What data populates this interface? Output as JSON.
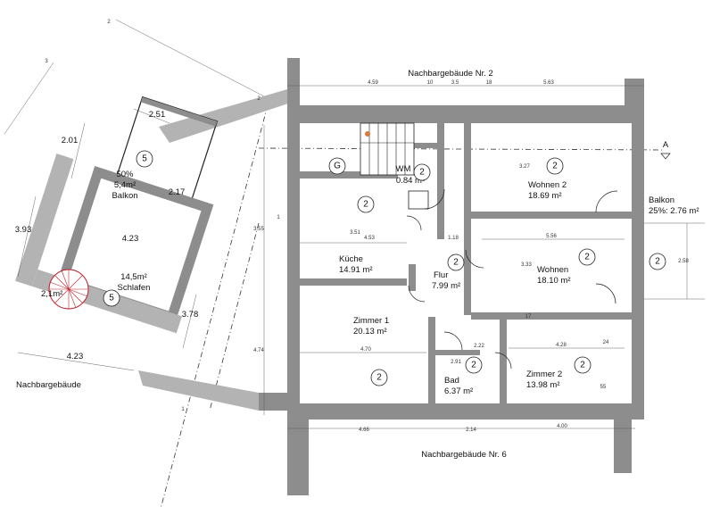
{
  "neighbors": {
    "top": "Nachbargebäude Nr. 2",
    "bottom": "Nachbargebäude Nr. 6",
    "left": "Nachbargebäude"
  },
  "rooms": {
    "wm_name": "WM",
    "wm_area": "0.84 m²",
    "wohnen2_name": "Wohnen 2",
    "wohnen2_area": "18.69 m²",
    "balkon_name": "Balkon",
    "balkon_area": "25%: 2.76 m²",
    "kueche_name": "Küche",
    "kueche_area": "14.91 m²",
    "flur_name": "Flur",
    "flur_area": "7.99 m²",
    "wohnen_name": "Wohnen",
    "wohnen_area": "18.10 m²",
    "zimmer1_name": "Zimmer 1",
    "zimmer1_area": "20.13 m²",
    "bad_name": "Bad",
    "bad_area": "6.37 m²",
    "zimmer2_name": "Zimmer 2",
    "zimmer2_area": "13.98 m²",
    "balkon2_pct": "50%",
    "balkon2_area": "5,4m²",
    "balkon2_name": "Balkon",
    "schlafen_area": "14,5m²",
    "schlafen_name": "Schlafen",
    "stair_area": "2,1m²"
  },
  "markers": {
    "g": "G",
    "two": "2",
    "five": "5",
    "section_a": "A",
    "section_1": "1",
    "section_2": "2",
    "section_3": "3"
  },
  "dims": {
    "d459": "4.59",
    "d10": "10",
    "d35": "3.5",
    "d18": "18",
    "d563": "5.63",
    "d251": "2.51",
    "d201": "2.01",
    "d217": "2.17",
    "d393": "3.93",
    "d423a": "4.23",
    "d378": "3.78",
    "d423b": "4.23",
    "d453": "4.53",
    "d351": "3.51",
    "d118": "1.18",
    "d556": "5.56",
    "d327": "3.27",
    "d333": "3.33",
    "d258": "2.58",
    "d470": "4.70",
    "d222": "2.22",
    "d428": "4.28",
    "d291": "2.91",
    "d466": "4.66",
    "d214": "2.14",
    "d400": "4.00",
    "d355": "3.55",
    "d474": "4.74",
    "d24": "24",
    "d55": "55",
    "d17": "17"
  }
}
